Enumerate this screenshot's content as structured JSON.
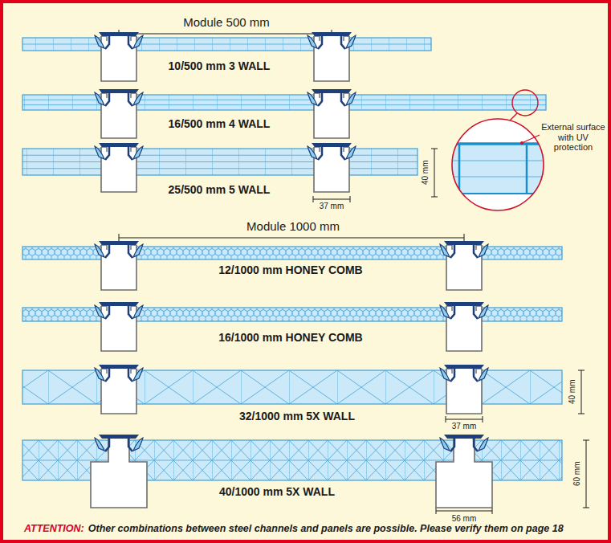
{
  "diagram": {
    "labels": [
      "Module 500 mm",
      "10/500 mm 3 WALL",
      "16/500 mm 4 WALL",
      "25/500 mm 5 WALL",
      "40 mm",
      "37 mm",
      "External surface with UV protection",
      "Module 1000 mm",
      "12/1000 mm HONEY COMB",
      "16/1000 mm HONEY COMB",
      "32/1000 mm 5X WALL",
      "40 mm",
      "37 mm",
      "40/1000 mm 5X WALL",
      "60 mm",
      "56 mm",
      "ATTENTION:",
      "Other combinations between steel channels and panels are possible. Please verify them on page 18"
    ]
  }
}
